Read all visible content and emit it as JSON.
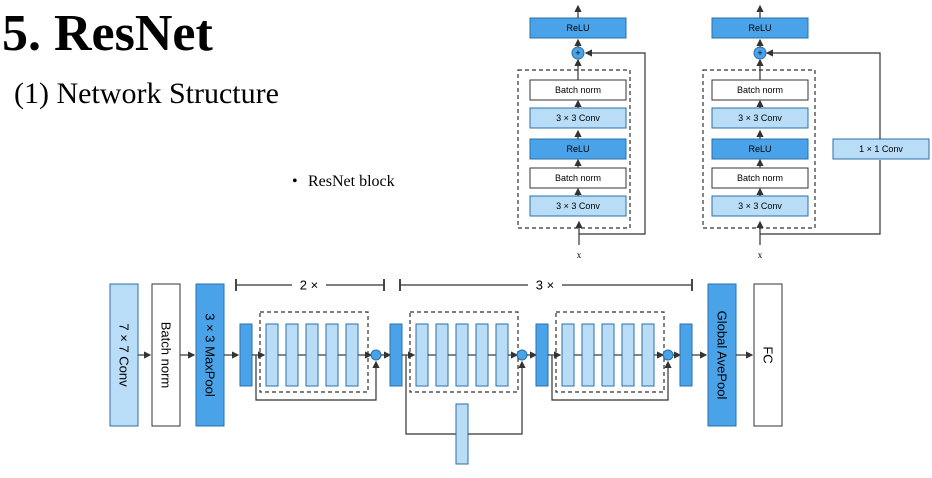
{
  "slide": {
    "title": "5. ResNet",
    "subtitle": "(1)  Network Structure",
    "bullet": "ResNet block"
  },
  "block_left": {
    "layers": [
      "ReLU",
      "Batch norm",
      "3 × 3 Conv",
      "ReLU",
      "Batch norm",
      "3 × 3 Conv"
    ],
    "add_symbol": "+",
    "input_label": "x"
  },
  "block_right": {
    "layers": [
      "ReLU",
      "Batch norm",
      "3 × 3 Conv",
      "ReLU",
      "Batch norm",
      "3 × 3 Conv"
    ],
    "shortcut": "1 × 1 Conv",
    "add_symbol": "+",
    "input_label": "x"
  },
  "network": {
    "conv7": "7 × 7 Conv",
    "batch_norm": "Batch norm",
    "maxpool": "3 × 3 MaxPool",
    "repeat_a": "2 ×",
    "repeat_b": "3 ×",
    "global_pool": "Global AvePool",
    "fc": "FC"
  },
  "colors": {
    "dark_blue": "#4aa3e8",
    "light_blue": "#b9dcf7",
    "outline": "#2a6fa8"
  }
}
